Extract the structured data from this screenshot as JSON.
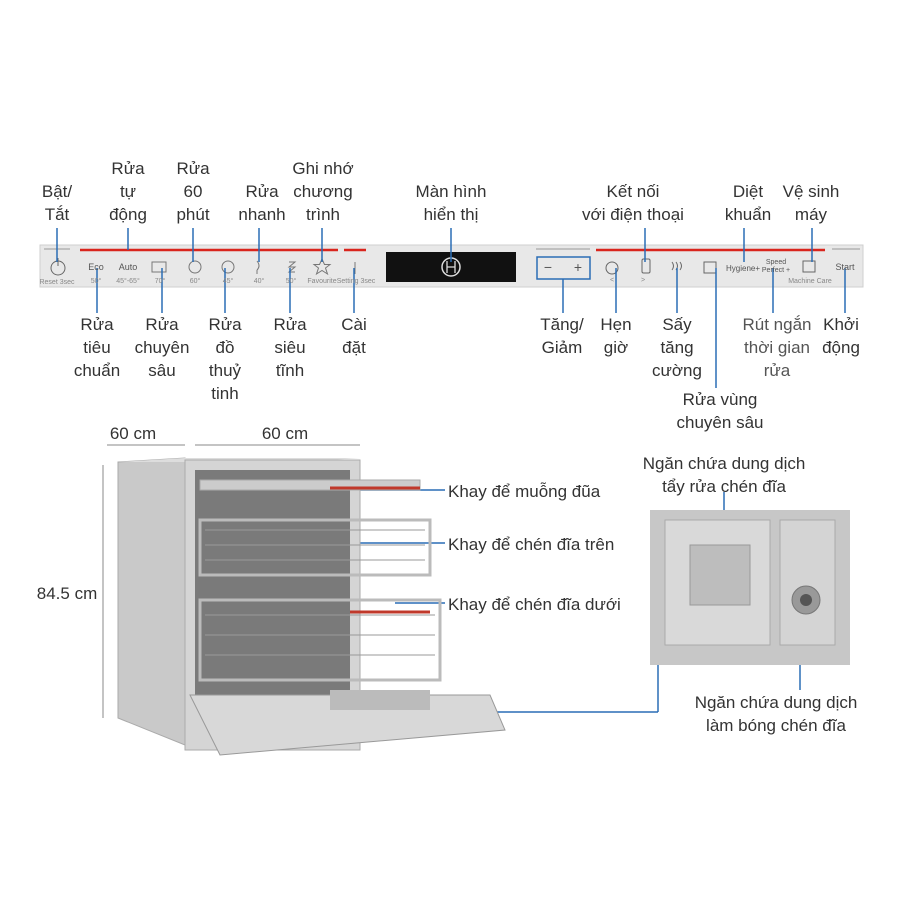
{
  "panel_top_labels": [
    {
      "id": "power",
      "text": "Bật/\nTắt"
    },
    {
      "id": "auto",
      "text": "Rửa\ntự\nđộng"
    },
    {
      "id": "60min",
      "text": "Rửa\n60\nphút"
    },
    {
      "id": "quick",
      "text": "Rửa\nnhanh"
    },
    {
      "id": "favourite",
      "text": "Ghi nhớ\nchương\ntrình"
    },
    {
      "id": "display",
      "text": "Màn hình\nhiển thị"
    },
    {
      "id": "connect",
      "text": "Kết nối\nvới điện thoại"
    },
    {
      "id": "hygiene",
      "text": "Diệt\nkhuẩn"
    },
    {
      "id": "machinecare",
      "text": "Vệ sinh\nmáy"
    }
  ],
  "panel_bottom_labels": [
    {
      "id": "eco",
      "text": "Rửa\ntiêu\nchuẩn"
    },
    {
      "id": "intensive",
      "text": "Rửa\nchuyên\nsâu"
    },
    {
      "id": "glass",
      "text": "Rửa\nđồ\nthuỷ\ntinh"
    },
    {
      "id": "silence",
      "text": "Rửa\nsiêu\ntĩnh"
    },
    {
      "id": "setting",
      "text": "Cài\nđặt"
    },
    {
      "id": "plusminus",
      "text": "Tăng/\nGiảm"
    },
    {
      "id": "timer",
      "text": "Hẹn\ngiờ"
    },
    {
      "id": "extradry",
      "text": "Sấy\ntăng\ncường"
    },
    {
      "id": "zone",
      "text": "Rửa vùng\nchuyên sâu"
    },
    {
      "id": "speed",
      "text": "Rút ngắn\nthời gian\nrửa"
    },
    {
      "id": "start",
      "text": "Khởi\nđộng"
    }
  ],
  "panel_texts": {
    "reset": "Reset 3sec",
    "eco": "Eco",
    "eco_t": "50°",
    "auto": "Auto",
    "auto_t": "45°-65°",
    "t70": "70°",
    "t60": "60°",
    "t45": "45°",
    "t40": "40°",
    "t50": "50°",
    "favourite": "Favourite",
    "setting": "Setting 3sec",
    "minus": "−",
    "plus": "+",
    "prev": "<",
    "next": ">",
    "hygiene": "Hygiene+",
    "speed": "Speed\nPerfect +",
    "machine_care": "Machine Care",
    "start": "Start"
  },
  "dimensions": {
    "width": "60 cm",
    "depth": "60 cm",
    "height": "84.5 cm"
  },
  "callouts": {
    "cutlery": "Khay để muỗng đũa",
    "upper": "Khay để chén đĩa trên",
    "lower": "Khay để chén đĩa dưới",
    "detergent": "Ngăn chứa dung dịch\ntẩy rửa chén đĩa",
    "rinse": "Ngăn chứa dung dịch\nlàm bóng chén đĩa"
  },
  "colors": {
    "line": "#2a6db5",
    "red": "#d9251d",
    "panel": "#e6e6e6"
  }
}
